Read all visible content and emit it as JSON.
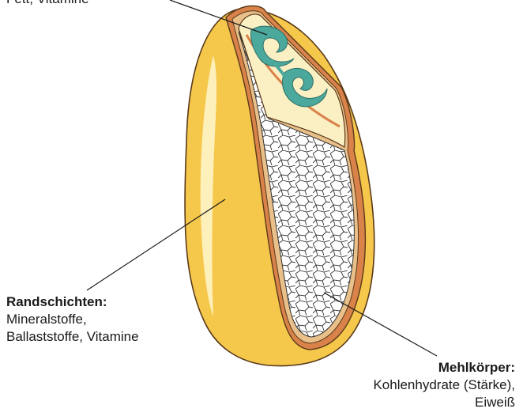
{
  "labels": {
    "keimling": {
      "body": "Fett, Vitamine"
    },
    "randschichten": {
      "heading": "Randschichten:",
      "line1": "Mineralstoffe,",
      "line2": "Ballaststoffe, Vitamine"
    },
    "mehlkoerper": {
      "heading": "Mehlkörper:",
      "line1": "Kohlenhydrate (Stärke),",
      "line2": "Eiweiß"
    }
  },
  "colors": {
    "grain_outer": "#f5c84c",
    "grain_highlight": "#fff4c6",
    "bran_orange": "#d9824a",
    "bran_tan": "#e9c08a",
    "endosperm_cell": "#ffffff",
    "endosperm_line": "#333333",
    "germ_fill": "#fbf0c4",
    "germ_embryo": "#4aa89c",
    "outline": "#5a3a1a"
  }
}
